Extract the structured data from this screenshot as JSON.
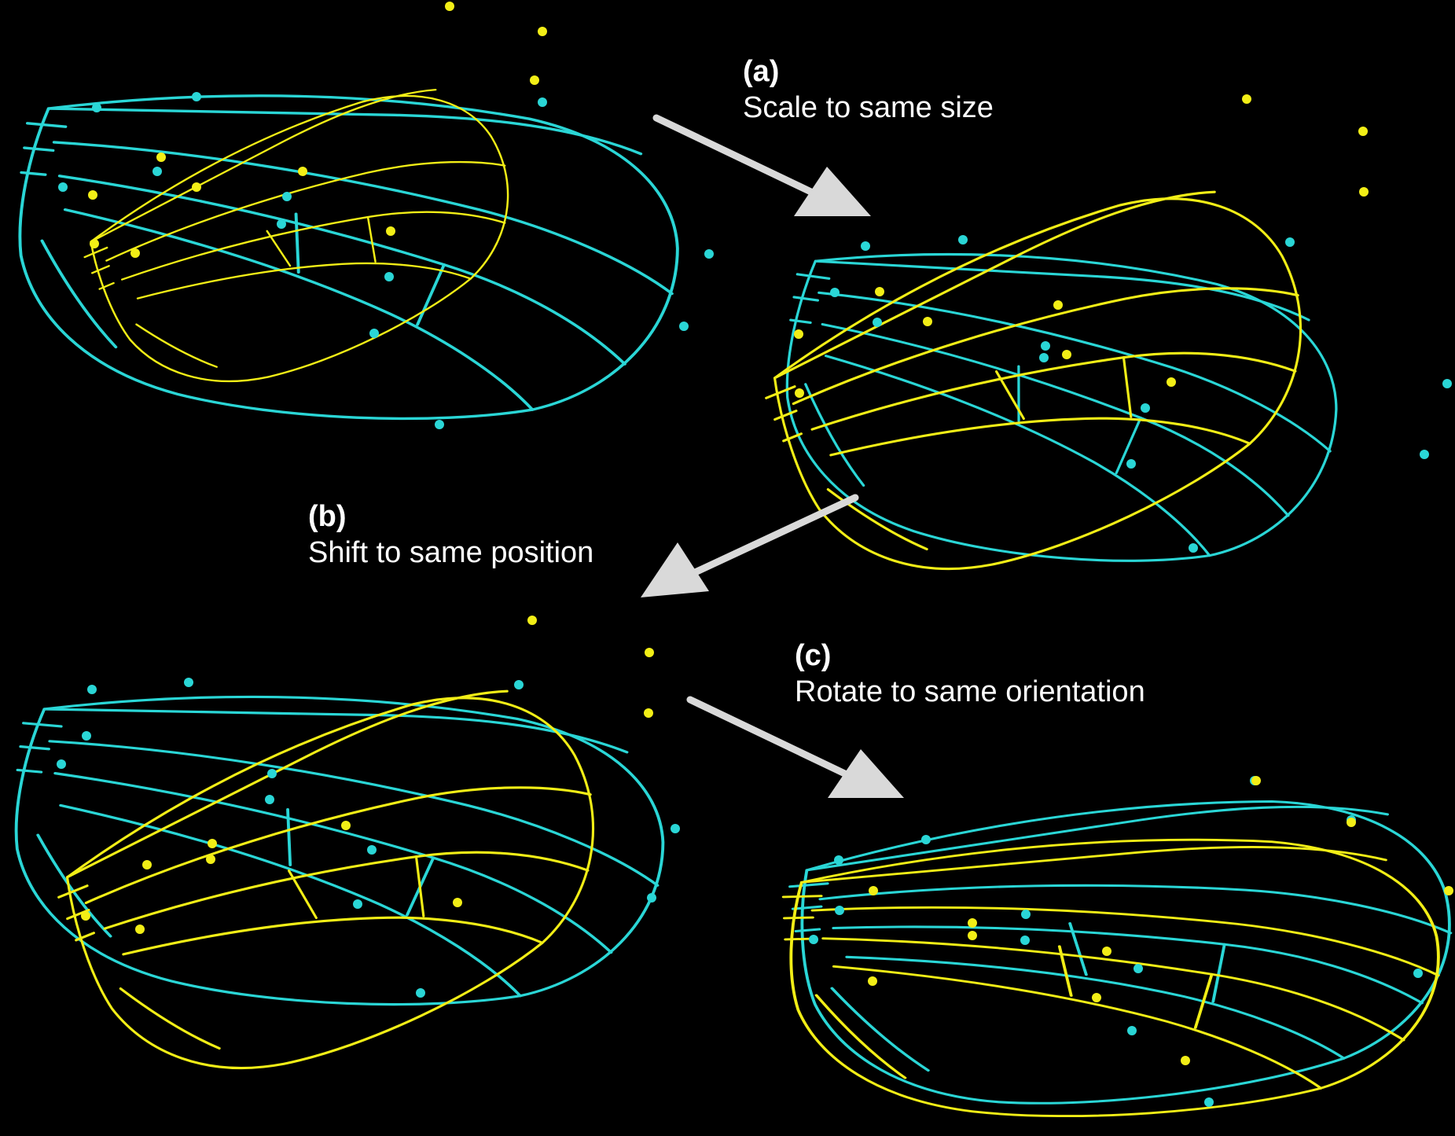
{
  "colors": {
    "background": "#000000",
    "wing_a": "#2ad6d6",
    "wing_b": "#f2ee16",
    "arrow": "#d9d9d9",
    "text": "#ffffff"
  },
  "steps": [
    {
      "tag": "(a)",
      "text": "Scale to same size"
    },
    {
      "tag": "(b)",
      "text": "Shift to same position"
    },
    {
      "tag": "(c)",
      "text": "Rotate to same orientation"
    }
  ]
}
